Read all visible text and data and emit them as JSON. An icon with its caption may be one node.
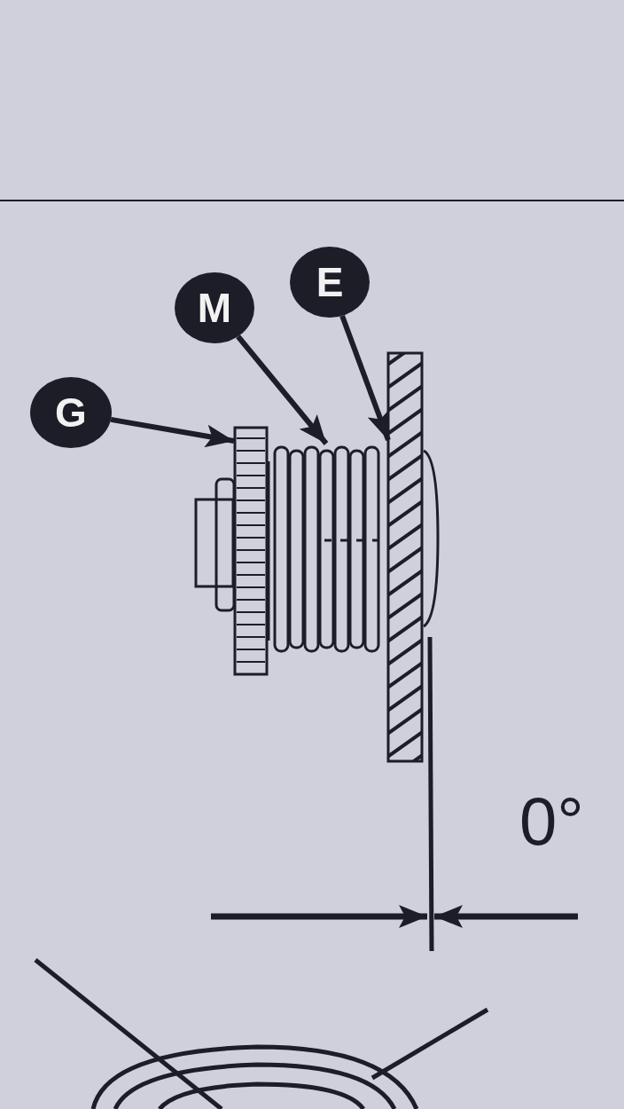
{
  "diagram": {
    "nodes": [
      {
        "text": [
          "G"
        ]
      },
      {
        "text": [
          "M"
        ]
      },
      {
        "text": [
          "E"
        ]
      },
      {
        "text": [],
        "shape": "picture"
      },
      {
        "text": [],
        "shape": "picture"
      },
      {
        "text": [],
        "shape": "picture"
      }
    ],
    "edges": [
      {
        "from": 0,
        "to": 3,
        "arrow": "to"
      },
      {
        "from": 1,
        "to": 4,
        "arrow": "to"
      },
      {
        "from": 2,
        "to": 5,
        "arrow": "to"
      }
    ],
    "labels": [
      "0°"
    ]
  }
}
